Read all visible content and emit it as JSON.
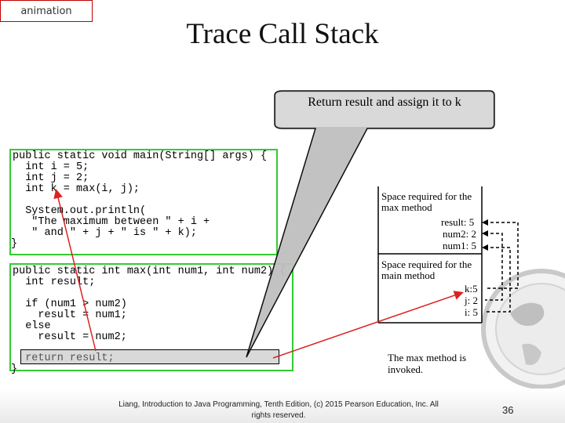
{
  "tag": "animation",
  "title": "Trace Call Stack",
  "callout": "Return result and assign it to k",
  "main_code": [
    "public static void main(String[] args) {",
    "  int i = 5;",
    "  int j = 2;",
    "  int k = max(i, j);",
    "",
    "  System.out.println(",
    "   \"The maximum between \" + i +",
    "   \" and \" + j + \" is \" + k);",
    "}"
  ],
  "max_code": [
    "public static int max(int num1, int num2) {",
    "  int result;",
    "",
    "  if (num1 > num2)",
    "    result = num1;",
    "  else",
    "    result = num2;",
    "",
    "  return result;",
    "}"
  ],
  "stack": {
    "max_header": [
      "Space required for the",
      "max method"
    ],
    "max_vars": [
      "result: 5",
      "num2: 2",
      "num1: 5"
    ],
    "main_header": [
      "Space required for the",
      "main method"
    ],
    "main_vars": [
      "k:5",
      "j: 2",
      "i: 5"
    ]
  },
  "note": [
    "The max method is",
    "invoked."
  ],
  "footer": [
    "Liang, Introduction to Java Programming, Tenth Edition, (c) 2015 Pearson Education, Inc. All",
    "rights reserved."
  ],
  "page": "36",
  "colors": {
    "code_border": "#33cc33",
    "arrow": "#dd2222",
    "tag_border": "#c00000"
  }
}
